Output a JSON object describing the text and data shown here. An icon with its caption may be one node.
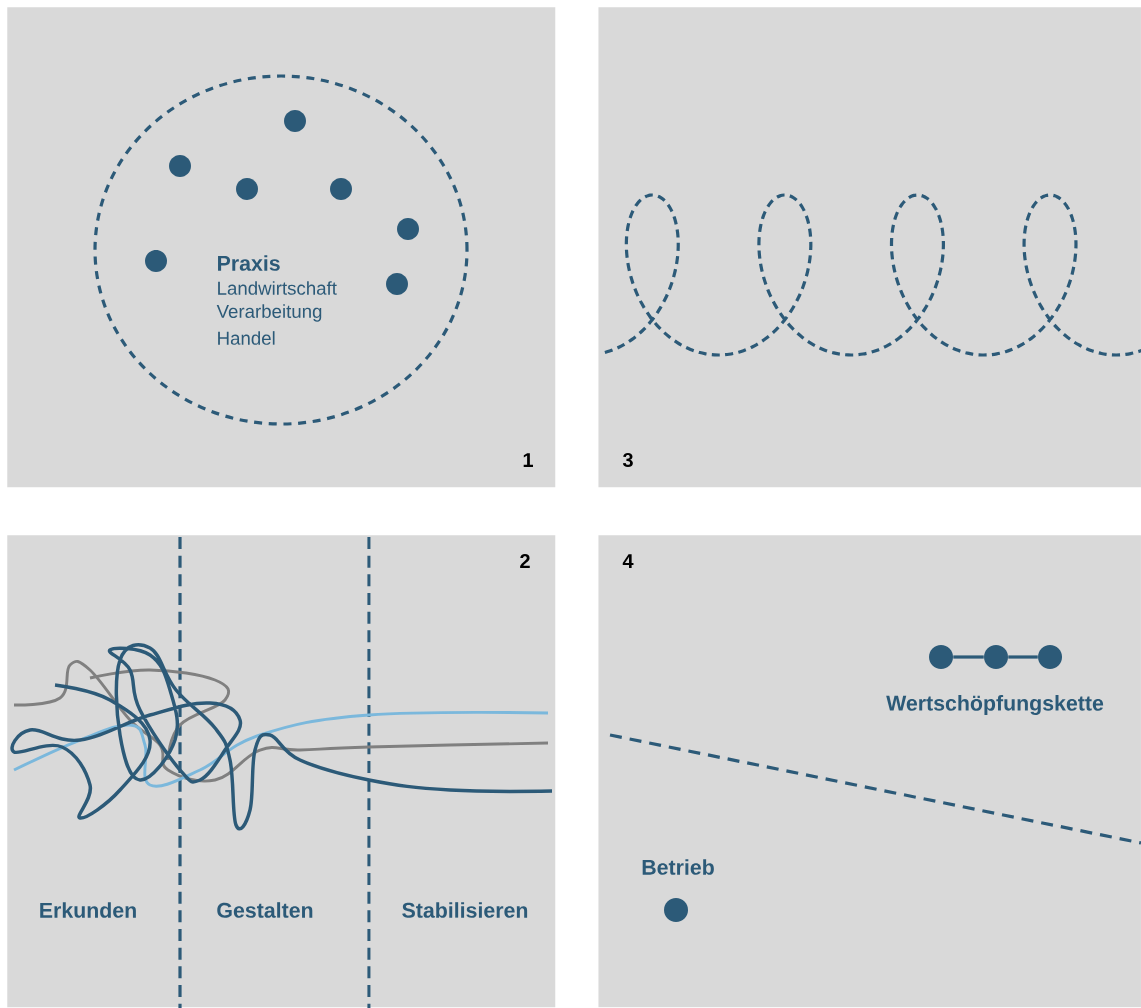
{
  "diagram": {
    "nodes": [
      {
        "text": [
          "1"
        ]
      },
      {
        "text": [
          "Praxis",
          "Landwirtschaft",
          "Verarbeitung",
          "Handel"
        ],
        "in": 0
      },
      {
        "text": [
          "3"
        ]
      },
      {
        "text": [
          "2",
          "Erkunden",
          "Gestalten",
          "Stabilisieren"
        ]
      },
      {
        "text": [
          "4",
          "Wertschöpfungskette",
          "Betrieb"
        ]
      },
      {
        "text": [],
        "shape": "circle",
        "in": 4
      },
      {
        "text": [],
        "shape": "circle",
        "in": 4
      },
      {
        "text": [],
        "shape": "circle",
        "in": 4
      },
      {
        "text": [],
        "shape": "circle",
        "in": 4
      }
    ],
    "edges": [
      {
        "from": 5,
        "to": 6,
        "arrow": "none"
      },
      {
        "from": 6,
        "to": 7,
        "arrow": "none"
      }
    ]
  }
}
